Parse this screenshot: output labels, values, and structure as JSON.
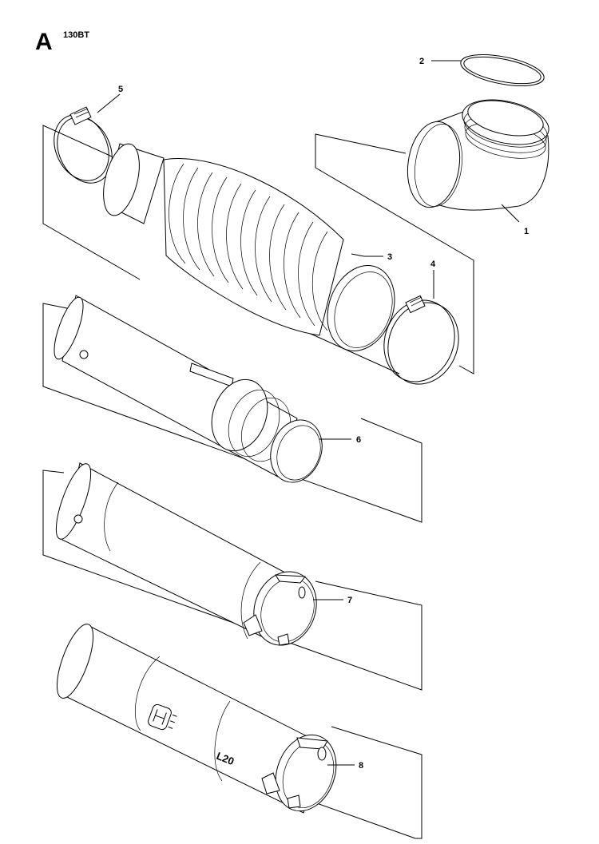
{
  "header": {
    "section_letter": "A",
    "model": "130BT"
  },
  "callouts": [
    "1",
    "2",
    "3",
    "4",
    "5",
    "6",
    "7",
    "8"
  ],
  "markings": {
    "brand_logo_icon": "husqvarna-crown-logo",
    "tube_size": "L20"
  }
}
